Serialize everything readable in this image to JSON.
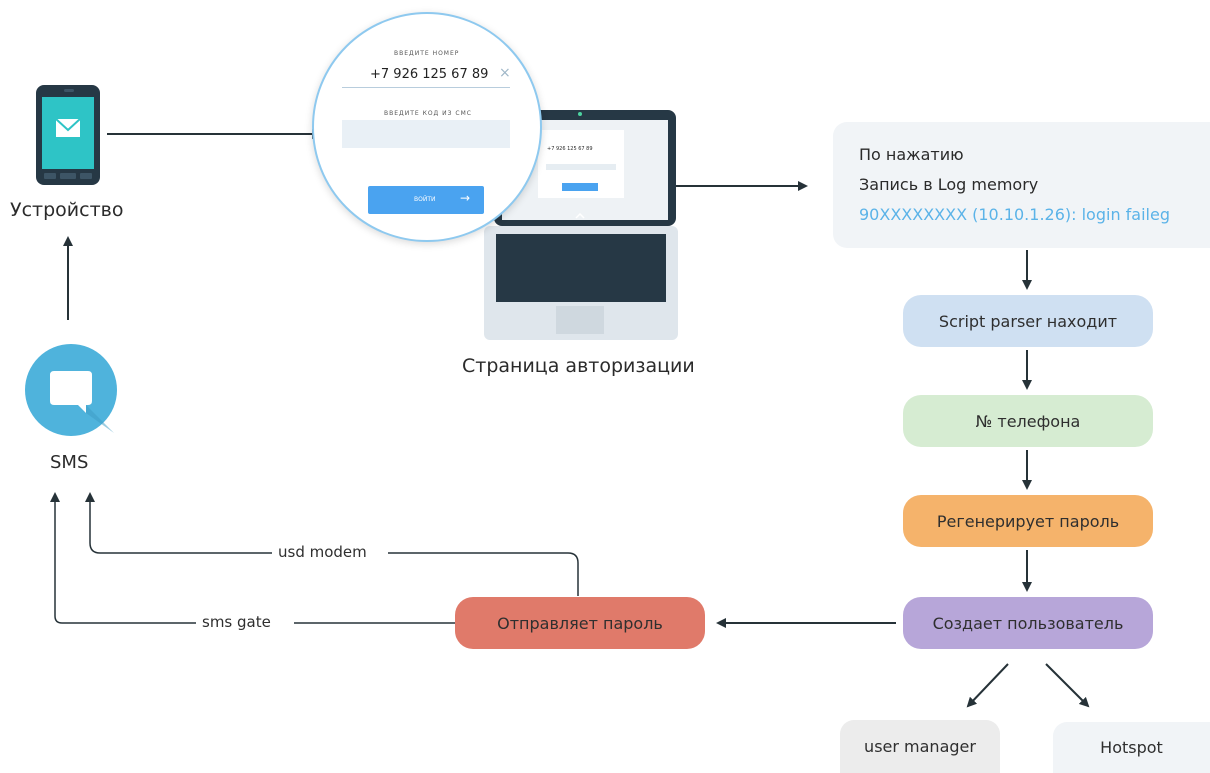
{
  "device": {
    "label": "Устройство"
  },
  "sms": {
    "label": "SMS"
  },
  "auth_page": {
    "label": "Страница авторизации",
    "phone_caption": "ВВЕДИТЕ НОМЕР",
    "phone_value": "+7 926 125 67 89",
    "code_caption": "ВВЕДИТЕ КОД ИЗ СМС",
    "login_button": "ВОЙТИ",
    "mini_phone_value": "+7 926 125 67 89"
  },
  "log_info": {
    "line1": "По нажатию",
    "line2": "Запись в Log memory",
    "line3": "90XXXXXXXX (10.10.1.26): login faileg"
  },
  "steps": {
    "parser": "Script parser находит",
    "phone": "№ телефона",
    "regen": "Регенерирует пароль",
    "create_user": "Создает пользователь",
    "send_password": "Отправляет пароль"
  },
  "targets": {
    "user_manager": "user manager",
    "hotspot": "Hotspot"
  },
  "routes": {
    "usd_modem": "usd modem",
    "sms_gate": "sms gate"
  },
  "colors": {
    "parser": "#cfe0f2",
    "phone": "#d6ecd2",
    "regen": "#f5b36b",
    "create_user": "#b7a6d9",
    "send_password": "#e07a6a",
    "accent_blue": "#4aa3f0",
    "log_link": "#5bb3e8"
  }
}
